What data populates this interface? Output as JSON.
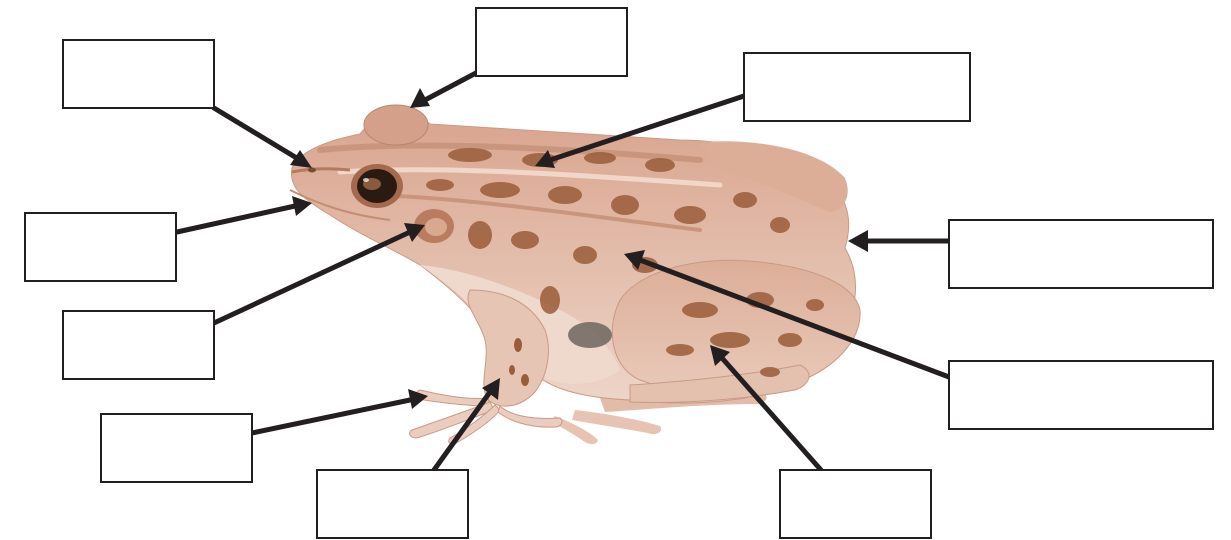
{
  "diagram": {
    "subject": "frog-external-anatomy",
    "label_boxes": [
      {
        "id": "nostril",
        "text": ""
      },
      {
        "id": "eye",
        "text": ""
      },
      {
        "id": "dorsal-ridge",
        "text": ""
      },
      {
        "id": "cloaca",
        "text": ""
      },
      {
        "id": "mouth",
        "text": ""
      },
      {
        "id": "tympanum",
        "text": ""
      },
      {
        "id": "skin",
        "text": ""
      },
      {
        "id": "hand",
        "text": ""
      },
      {
        "id": "forelimb",
        "text": ""
      },
      {
        "id": "hind-limb",
        "text": ""
      }
    ]
  },
  "colors": {
    "frog_base": "#e0b8a6",
    "frog_spots": "#9a5d3a",
    "frog_belly": "#ecd2c4",
    "line": "#231f20",
    "box_fill": "#ffffff"
  }
}
